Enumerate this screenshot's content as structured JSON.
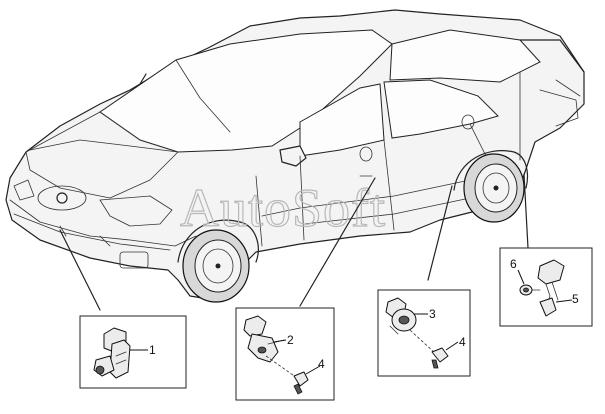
{
  "watermark": "AutoSoft",
  "callouts": {
    "sensor_1": "1",
    "sensor_2": "2",
    "sensor_3": "3",
    "bolt_4a": "4",
    "bolt_4b": "4",
    "sensor_5": "5",
    "nut_6": "6"
  }
}
